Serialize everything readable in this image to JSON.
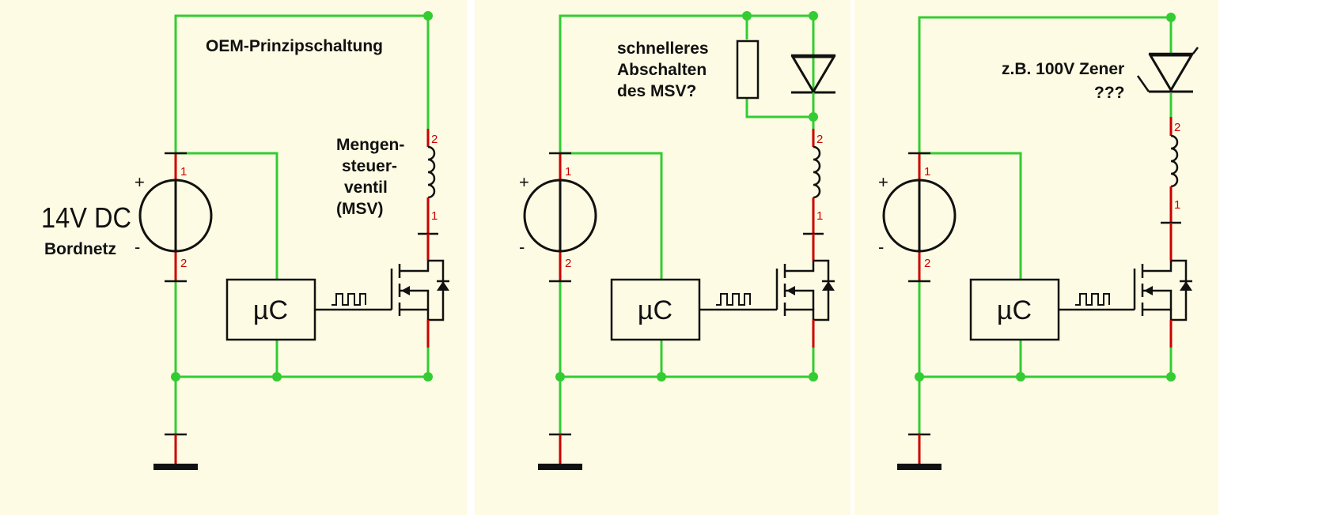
{
  "background_color": "#fdfbe3",
  "wire_color": "#33cc33",
  "terminal_color": "#cc0000",
  "panel1": {
    "title": "OEM-Prinzipschaltung",
    "source_label": "14V DC",
    "source_sublabel": "Bordnetz",
    "plus": "+",
    "minus": "-",
    "pin1": "1",
    "pin2": "2",
    "coil_pin2": "2",
    "coil_pin1": "1",
    "coil_label": [
      "Mengen-",
      "steuer-",
      "ventil",
      "(MSV)"
    ],
    "controller": "µC"
  },
  "panel2": {
    "note": [
      "schnelleres",
      "Abschalten",
      "des MSV?"
    ],
    "plus": "+",
    "minus": "-",
    "pin1": "1",
    "pin2": "2",
    "coil_pin2": "2",
    "coil_pin1": "1",
    "controller": "µC"
  },
  "panel3": {
    "note": [
      "z.B. 100V Zener",
      "???"
    ],
    "plus": "+",
    "minus": "-",
    "pin1": "1",
    "pin2": "2",
    "coil_pin2": "2",
    "coil_pin1": "1",
    "controller": "µC"
  }
}
